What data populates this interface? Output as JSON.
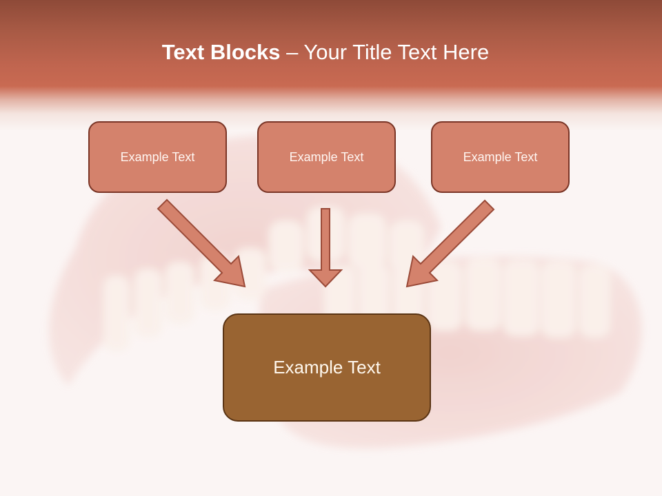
{
  "slide": {
    "title_bold": "Text Blocks",
    "title_separator": " – ",
    "title_regular": "Your Title Text Here",
    "top_blocks": [
      {
        "label": "Example Text"
      },
      {
        "label": "Example Text"
      },
      {
        "label": "Example Text"
      }
    ],
    "bottom_block": {
      "label": "Example Text"
    },
    "background_image": "denture-photo",
    "colors": {
      "header_top": "#8e4a38",
      "header_bottom": "#c96a52",
      "top_block_fill": "#d4826c",
      "top_block_border": "#7a3526",
      "bottom_block_fill": "#996432",
      "bottom_block_border": "#5a3414",
      "arrow_fill": "#d4826c",
      "arrow_border": "#9a4a38"
    }
  }
}
